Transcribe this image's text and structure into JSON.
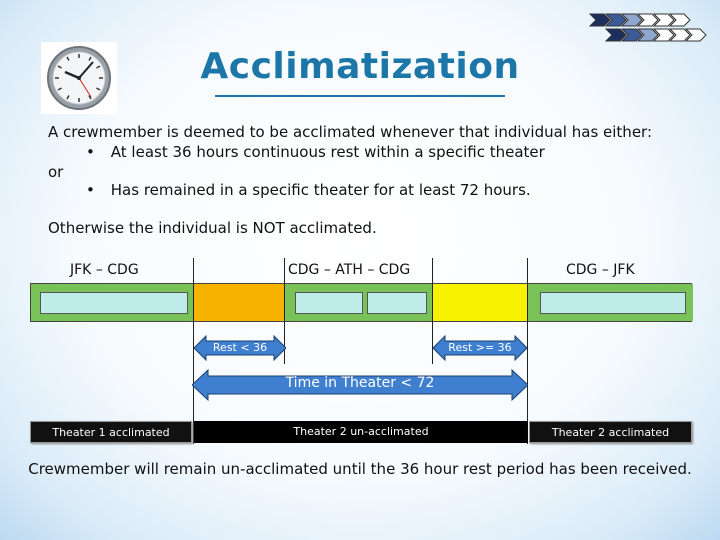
{
  "title": "Acclimatization",
  "intro": "A crewmember is deemed to be acclimated whenever that individual has either:",
  "bullet1": "At least 36 hours continuous rest within a specific theater",
  "or": "or",
  "bullet2": "Has remained in a specific theater for at least 72 hours.",
  "otherwise": "Otherwise the individual is NOT acclimated.",
  "timeline": {
    "route1": "JFK – CDG",
    "route2": "CDG – ATH – CDG",
    "route3": "CDG – JFK",
    "rest1": "Rest < 36",
    "rest2": "Rest >= 36",
    "time_in_theater": "Time in Theater < 72",
    "state1": "Theater 1 acclimated",
    "state2": "Theater 2 un-acclimated",
    "state3": "Theater 2 acclimated"
  },
  "footer": "Crewmember will remain un-acclimated until the 36 hour rest period has been received.",
  "colors": {
    "title": "#1c76a8",
    "green": "#79c257",
    "orange": "#f7b200",
    "yellow": "#f6f200",
    "box": "#bfece9",
    "arrow": "#3f7fd0"
  },
  "icons": [
    "clock-icon",
    "chevron-logo"
  ]
}
